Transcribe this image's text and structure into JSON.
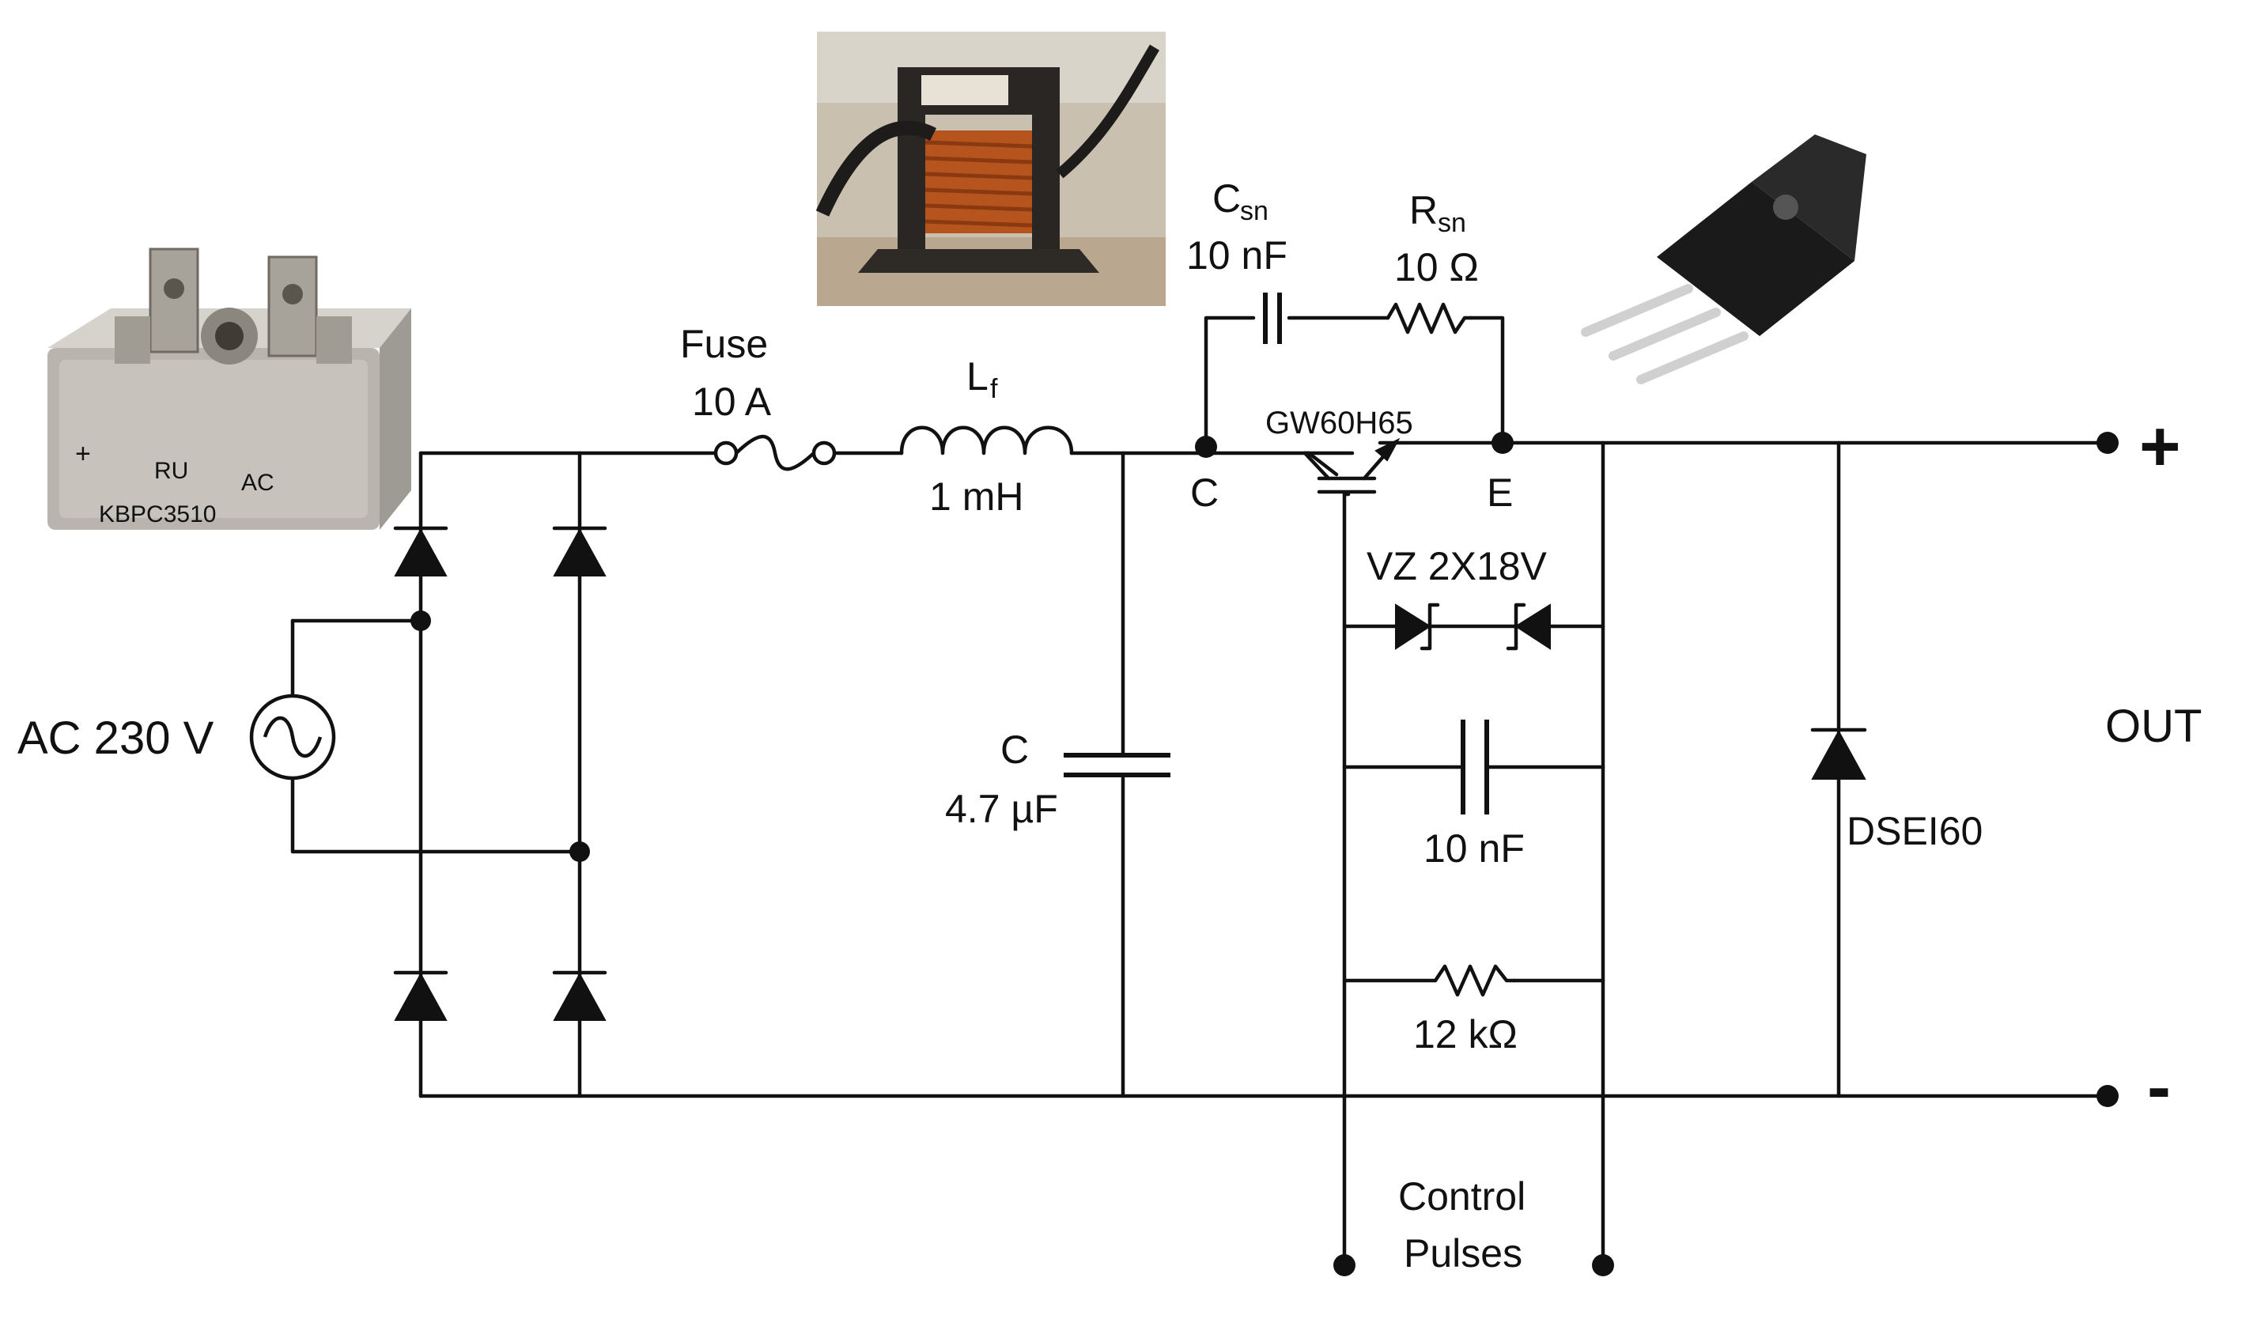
{
  "bridge": {
    "photo_marks": {
      "plus": "+",
      "ul": "RU",
      "ac": "AC",
      "part": "KBPC3510"
    }
  },
  "source": {
    "label": "AC 230 V"
  },
  "fuse": {
    "name": "Fuse",
    "rating": "10 A"
  },
  "inductor": {
    "name": "L",
    "subscript": "f",
    "value": "1 mH"
  },
  "capacitor_main": {
    "name": "C",
    "value": "4.7 µF"
  },
  "snubber": {
    "cap_name": "C",
    "cap_sub": "sn",
    "cap_value": "10 nF",
    "res_name": "R",
    "res_sub": "sn",
    "res_value": "10 Ω"
  },
  "igbt": {
    "part": "GW60H65",
    "collector": "C",
    "emitter": "E"
  },
  "zener": {
    "label": "VZ 2X18V"
  },
  "gate_cap": {
    "value": "10 nF"
  },
  "gate_res": {
    "value": "12 kΩ"
  },
  "control": {
    "line1": "Control",
    "line2": "Pulses"
  },
  "diode_out": {
    "label": "DSEI60"
  },
  "output": {
    "label": "OUT",
    "plus": "+",
    "minus": "-"
  },
  "colors": {
    "wire": "#111111",
    "copper": "#b5541c",
    "transformer_bg": "#c9c0b0",
    "bridge_metal": "#b8b4ae",
    "igbt_body": "#1a1a1a"
  },
  "icons": [
    "ac-source-icon",
    "diode-icon",
    "zener-diode-icon",
    "fuse-icon",
    "inductor-icon",
    "capacitor-icon",
    "resistor-icon",
    "igbt-icon"
  ]
}
